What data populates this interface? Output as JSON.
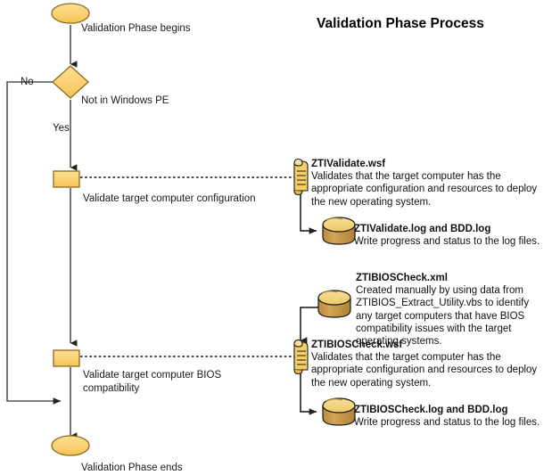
{
  "diagram": {
    "title": "Validation Phase Process",
    "type": "flowchart",
    "colors": {
      "shape_fill_light": "#FBD779",
      "shape_fill": "#F9CE63",
      "shape_stroke": "#8A6A1F",
      "line": "#555555",
      "scroll_fill": "#F5CE66",
      "cylinder_top": "#F2D071",
      "cylinder_body": "#C79A4A",
      "text": "#111111",
      "background": "#FFFFFF"
    },
    "nodes": [
      {
        "id": "start",
        "shape": "terminator",
        "label": "Validation Phase begins"
      },
      {
        "id": "decision",
        "shape": "decision",
        "label": "Not in Windows PE"
      },
      {
        "id": "process1",
        "shape": "process",
        "label": "Validate target computer configuration"
      },
      {
        "id": "process2",
        "shape": "process",
        "label": "Validate target computer BIOS compatibility"
      },
      {
        "id": "end",
        "shape": "terminator",
        "label": "Validation Phase ends"
      }
    ],
    "branch_labels": {
      "no": "No",
      "yes": "Yes"
    },
    "annotations": [
      {
        "id": "ztivalidate-wsf",
        "icon": "script-scroll-icon",
        "title": "ZTIValidate.wsf",
        "description": "Validates that the target computer has the appropriate configuration and resources to deploy the new operating system."
      },
      {
        "id": "ztivalidate-log",
        "icon": "database-cylinder-icon",
        "title": "ZTIValidate.log and BDD.log",
        "description": "Write progress and status to the log files."
      },
      {
        "id": "ztibioscheck-xml",
        "icon": "database-cylinder-icon",
        "title": "ZTIBIOSCheck.xml",
        "description": "Created manually by using data from ZTIBIOS_Extract_Utility.vbs to identify any target computers that have BIOS compatibility issues with the target operating systems."
      },
      {
        "id": "ztibioscheck-wsf",
        "icon": "script-scroll-icon",
        "title": "ZTIBIOSCheck.wsf",
        "description": "Validates that the target computer has the appropriate configuration and resources to deploy the new operating system."
      },
      {
        "id": "ztibioscheck-log",
        "icon": "database-cylinder-icon",
        "title": "ZTIBIOSCheck.log and BDD.log",
        "description": "Write progress and status to the log files."
      }
    ]
  }
}
